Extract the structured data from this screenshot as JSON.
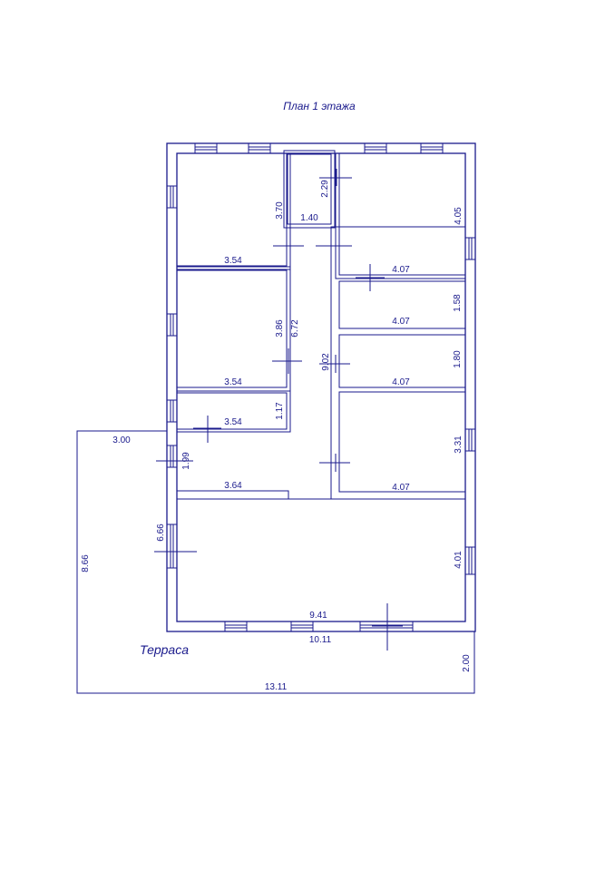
{
  "title": "План 1 этажа",
  "terrace_label": "Терраса",
  "colors": {
    "line": "#1a1a8c",
    "background": "#ffffff"
  },
  "dimensions": {
    "room1_width": "3.54",
    "room1_depth": "3.70",
    "bath_width": "1.40",
    "bath_depth": "2.29",
    "room2_depth": "4.05",
    "room2_width": "4.07",
    "room3_depth": "1.58",
    "room3_width": "4.07",
    "room4_width": "3.54",
    "room4_depth": "3.86",
    "corridor_length": "6.72",
    "hall_length": "9.02",
    "room5_depth": "1.80",
    "room5_width": "4.07",
    "room6_width": "3.54",
    "room6_depth": "1.17",
    "terrace_side": "3.00",
    "vestibule_depth": "1.99",
    "room7_depth": "3.31",
    "room7_width": "4.07",
    "partition_length": "3.64",
    "living_depth": "6.66",
    "living_right": "4.01",
    "total_depth": "8.66",
    "living_width": "9.41",
    "house_width": "10.11",
    "terrace_depth": "2.00",
    "total_width": "13.11"
  }
}
